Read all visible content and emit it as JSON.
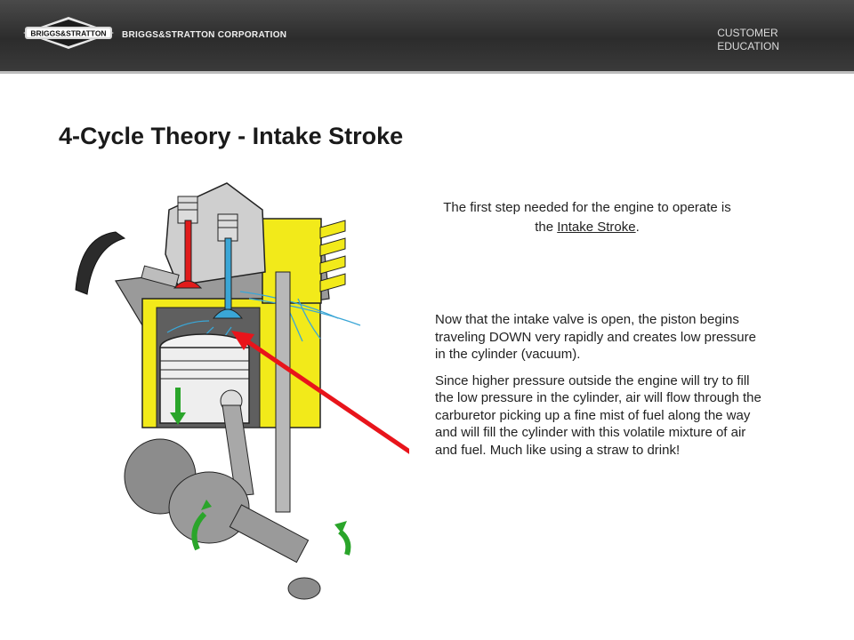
{
  "header": {
    "logo_text": "BRIGGS&STRATTON",
    "corporation": "BRIGGS&STRATTON CORPORATION",
    "customer_education": [
      "CUSTOMER",
      "EDUCATION"
    ]
  },
  "slide": {
    "title": "4-Cycle Theory - Intake Stroke",
    "intro_before": "The first step needed for the engine to operate is the ",
    "intro_term": "Intake Stroke",
    "intro_after": ".",
    "paragraph1": "Now that the intake valve is open, the piston begins traveling DOWN very rapidly and creates low pressure in the cylinder (vacuum).",
    "paragraph2": "Since higher pressure outside the engine will try to fill the low pressure in the cylinder, air will flow through the carburetor picking up a fine mist of fuel along the way and will fill the cylinder with this volatile mixture of air and fuel. Much like using a straw to drink!"
  },
  "illustration": {
    "subject": "engine cutaway showing intake stroke",
    "colors": {
      "cylinder": "#f2ea1a",
      "exhaust_valve": "#e11b1b",
      "intake_valve": "#3aa6d6",
      "air_flow": "#3aa6d6",
      "piston": "#eeeeee",
      "pointer_arrow": "#e8141b",
      "motion_arrows": "#2aa52a"
    }
  }
}
